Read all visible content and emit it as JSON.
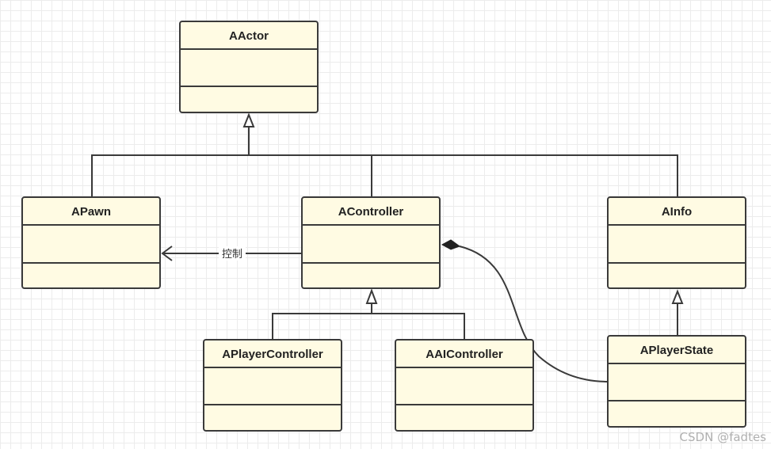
{
  "classes": {
    "aactor": "AActor",
    "apawn": "APawn",
    "acontroller": "AController",
    "ainfo": "AInfo",
    "aplayercontroller": "APlayerController",
    "aaicontroller": "AAIController",
    "aplayerstate": "APlayerState"
  },
  "relations": {
    "control_label": "控制"
  },
  "watermark": "CSDN @fadtes",
  "colors": {
    "box_fill": "#fffbe3",
    "stroke": "#3a3a3a"
  }
}
